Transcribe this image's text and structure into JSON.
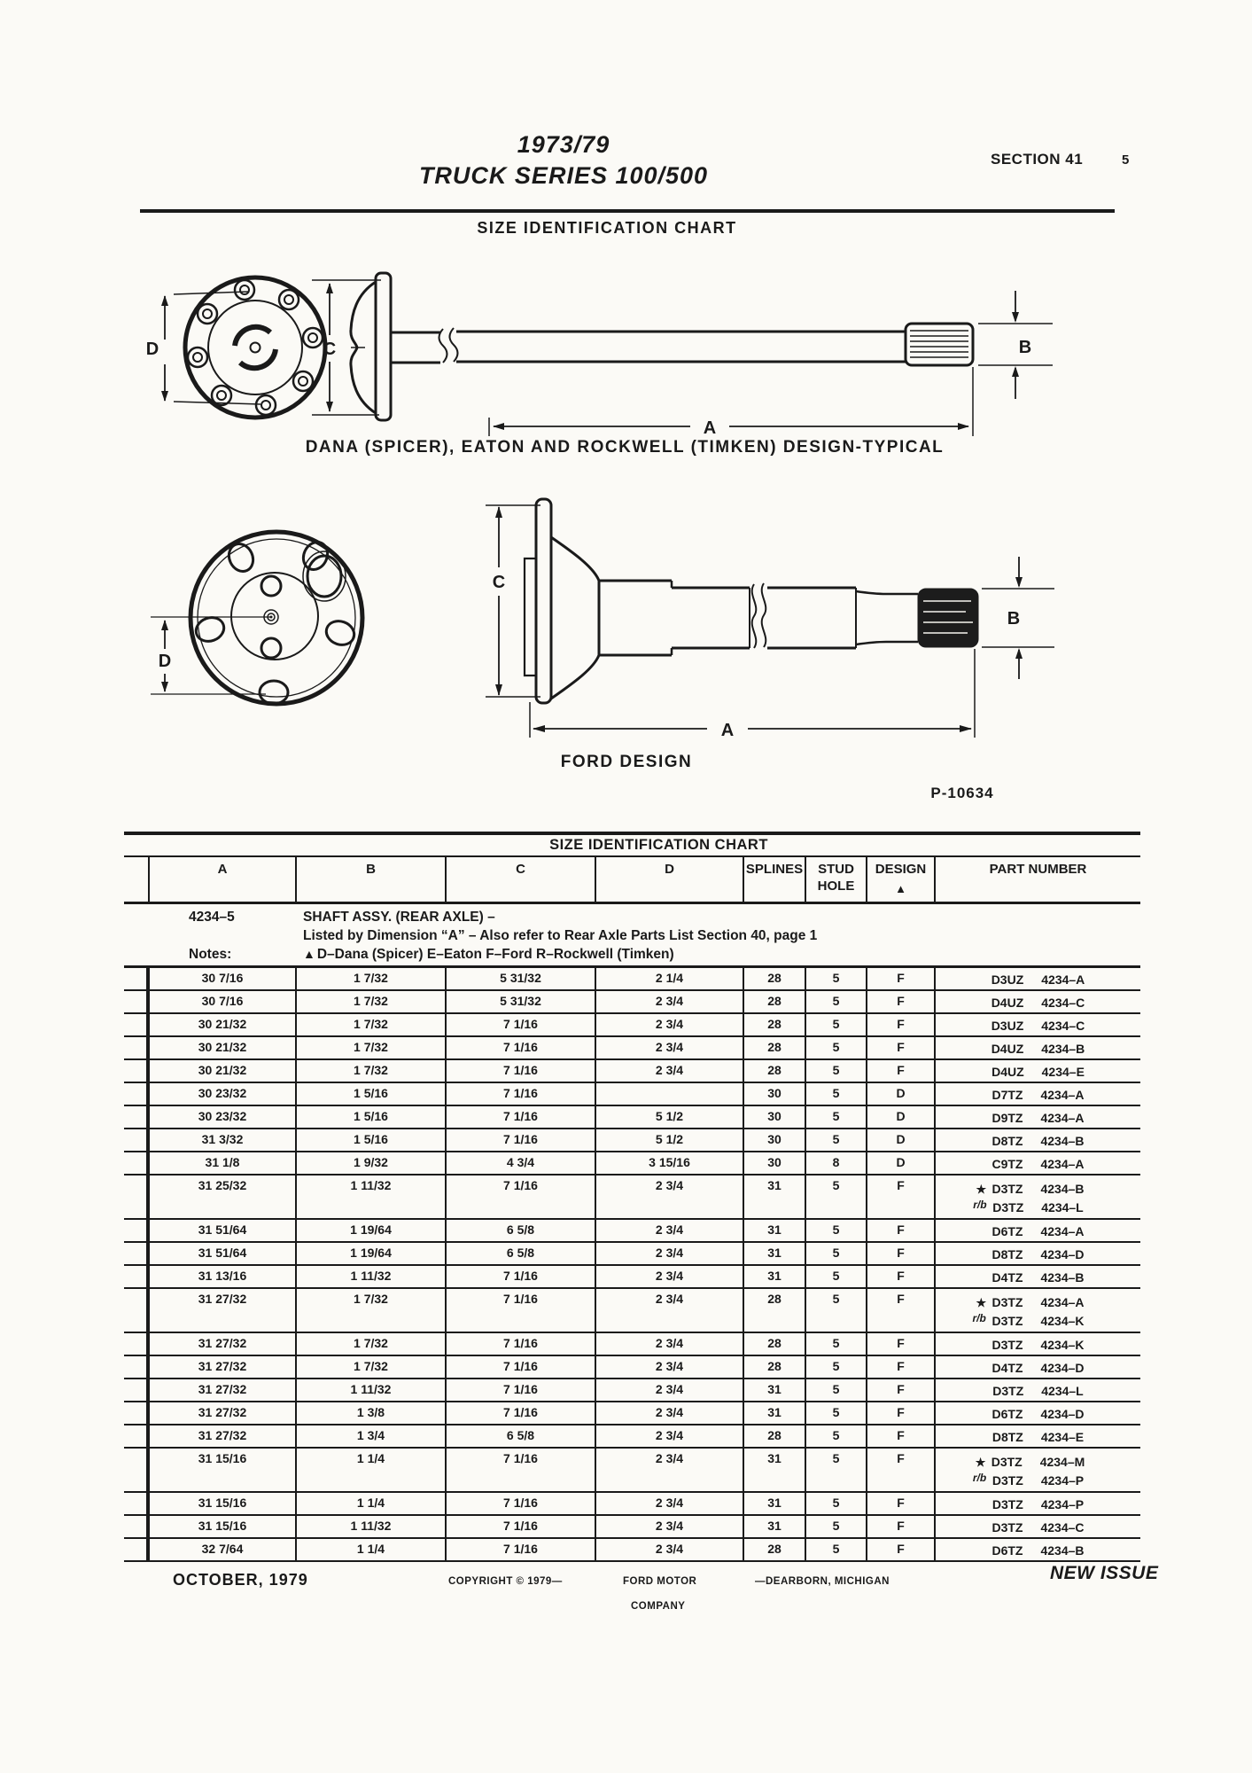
{
  "header": {
    "title_line1": "1973/79",
    "title_line2": "TRUCK SERIES 100/500",
    "section": "SECTION 41",
    "page_number": "5",
    "chart_heading": "SIZE IDENTIFICATION CHART"
  },
  "figure1": {
    "caption": "DANA (SPICER), EATON AND ROCKWELL (TIMKEN) DESIGN-TYPICAL",
    "labels": {
      "a": "A",
      "b": "B",
      "c": "C",
      "d": "D"
    }
  },
  "figure2": {
    "caption": "FORD DESIGN",
    "photo_ref": "P-10634",
    "labels": {
      "a": "A",
      "b": "B",
      "c": "C",
      "d": "D"
    }
  },
  "table": {
    "title": "SIZE IDENTIFICATION CHART",
    "col_a": "A",
    "col_b": "B",
    "col_c": "C",
    "col_d": "D",
    "col_splines": "SPLINES",
    "col_stud_line1": "STUD",
    "col_stud_line2": "HOLE",
    "col_design": "DESIGN",
    "design_marker": "▲",
    "col_part": "PART NUMBER",
    "group_id": "4234–5",
    "group_title": "SHAFT ASSY. (REAR AXLE) –",
    "group_subtitle": "Listed by Dimension “A” – Also refer to Rear Axle Parts List Section 40, page 1",
    "notes_label": "Notes:",
    "notes_marker": "▲",
    "notes_text": "D–Dana (Spicer) E–Eaton F–Ford R–Rockwell (Timken)",
    "star_symbol": "★",
    "rb_label": "r/b",
    "rows": [
      {
        "a": "30 7/16",
        "b": "1 7/32",
        "c": "5 31/32",
        "d": "2 1/4",
        "splines": "28",
        "stud": "5",
        "design": "F",
        "star": false,
        "part_prefix": "D3UZ",
        "part_suffix": "4234–A"
      },
      {
        "a": "30 7/16",
        "b": "1 7/32",
        "c": "5 31/32",
        "d": "2 3/4",
        "splines": "28",
        "stud": "5",
        "design": "F",
        "star": false,
        "part_prefix": "D4UZ",
        "part_suffix": "4234–C"
      },
      {
        "a": "30 21/32",
        "b": "1 7/32",
        "c": "7 1/16",
        "d": "2 3/4",
        "splines": "28",
        "stud": "5",
        "design": "F",
        "star": false,
        "part_prefix": "D3UZ",
        "part_suffix": "4234–C"
      },
      {
        "a": "30 21/32",
        "b": "1 7/32",
        "c": "7 1/16",
        "d": "2 3/4",
        "splines": "28",
        "stud": "5",
        "design": "F",
        "star": false,
        "part_prefix": "D4UZ",
        "part_suffix": "4234–B"
      },
      {
        "a": "30 21/32",
        "b": "1 7/32",
        "c": "7 1/16",
        "d": "2 3/4",
        "splines": "28",
        "stud": "5",
        "design": "F",
        "star": false,
        "part_prefix": "D4UZ",
        "part_suffix": "4234–E"
      },
      {
        "a": "30 23/32",
        "b": "1 5/16",
        "c": "7 1/16",
        "d": "",
        "splines": "30",
        "stud": "5",
        "design": "D",
        "star": false,
        "part_prefix": "D7TZ",
        "part_suffix": "4234–A"
      },
      {
        "a": "30 23/32",
        "b": "1 5/16",
        "c": "7 1/16",
        "d": "5 1/2",
        "splines": "30",
        "stud": "5",
        "design": "D",
        "star": false,
        "part_prefix": "D9TZ",
        "part_suffix": "4234–A"
      },
      {
        "a": "31 3/32",
        "b": "1 5/16",
        "c": "7 1/16",
        "d": "5 1/2",
        "splines": "30",
        "stud": "5",
        "design": "D",
        "star": false,
        "part_prefix": "D8TZ",
        "part_suffix": "4234–B"
      },
      {
        "a": "31 1/8",
        "b": "1 9/32",
        "c": "4 3/4",
        "d": "3 15/16",
        "splines": "30",
        "stud": "8",
        "design": "D",
        "star": false,
        "part_prefix": "C9TZ",
        "part_suffix": "4234–A"
      },
      {
        "a": "31 25/32",
        "b": "1 11/32",
        "c": "7 1/16",
        "d": "2 3/4",
        "splines": "31",
        "stud": "5",
        "design": "F",
        "star": true,
        "part_prefix": "D3TZ",
        "part_suffix": "4234–B",
        "rb_prefix": "D3TZ",
        "rb_suffix": "4234–L"
      },
      {
        "a": "31 51/64",
        "b": "1 19/64",
        "c": "6 5/8",
        "d": "2 3/4",
        "splines": "31",
        "stud": "5",
        "design": "F",
        "star": false,
        "part_prefix": "D6TZ",
        "part_suffix": "4234–A"
      },
      {
        "a": "31 51/64",
        "b": "1 19/64",
        "c": "6 5/8",
        "d": "2 3/4",
        "splines": "31",
        "stud": "5",
        "design": "F",
        "star": false,
        "part_prefix": "D8TZ",
        "part_suffix": "4234–D"
      },
      {
        "a": "31 13/16",
        "b": "1 11/32",
        "c": "7 1/16",
        "d": "2 3/4",
        "splines": "31",
        "stud": "5",
        "design": "F",
        "star": false,
        "part_prefix": "D4TZ",
        "part_suffix": "4234–B"
      },
      {
        "a": "31 27/32",
        "b": "1 7/32",
        "c": "7 1/16",
        "d": "2 3/4",
        "splines": "28",
        "stud": "5",
        "design": "F",
        "star": true,
        "part_prefix": "D3TZ",
        "part_suffix": "4234–A",
        "rb_prefix": "D3TZ",
        "rb_suffix": "4234–K"
      },
      {
        "a": "31 27/32",
        "b": "1 7/32",
        "c": "7 1/16",
        "d": "2 3/4",
        "splines": "28",
        "stud": "5",
        "design": "F",
        "star": false,
        "part_prefix": "D3TZ",
        "part_suffix": "4234–K"
      },
      {
        "a": "31 27/32",
        "b": "1 7/32",
        "c": "7 1/16",
        "d": "2 3/4",
        "splines": "28",
        "stud": "5",
        "design": "F",
        "star": false,
        "part_prefix": "D4TZ",
        "part_suffix": "4234–D"
      },
      {
        "a": "31 27/32",
        "b": "1 11/32",
        "c": "7 1/16",
        "d": "2 3/4",
        "splines": "31",
        "stud": "5",
        "design": "F",
        "star": false,
        "part_prefix": "D3TZ",
        "part_suffix": "4234–L"
      },
      {
        "a": "31 27/32",
        "b": "1 3/8",
        "c": "7 1/16",
        "d": "2 3/4",
        "splines": "31",
        "stud": "5",
        "design": "F",
        "star": false,
        "part_prefix": "D6TZ",
        "part_suffix": "4234–D"
      },
      {
        "a": "31 27/32",
        "b": "1 3/4",
        "c": "6 5/8",
        "d": "2 3/4",
        "splines": "28",
        "stud": "5",
        "design": "F",
        "star": false,
        "part_prefix": "D8TZ",
        "part_suffix": "4234–E"
      },
      {
        "a": "31 15/16",
        "b": "1 1/4",
        "c": "7 1/16",
        "d": "2 3/4",
        "splines": "31",
        "stud": "5",
        "design": "F",
        "star": true,
        "part_prefix": "D3TZ",
        "part_suffix": "4234–M",
        "rb_prefix": "D3TZ",
        "rb_suffix": "4234–P"
      },
      {
        "a": "31 15/16",
        "b": "1 1/4",
        "c": "7 1/16",
        "d": "2 3/4",
        "splines": "31",
        "stud": "5",
        "design": "F",
        "star": false,
        "part_prefix": "D3TZ",
        "part_suffix": "4234–P"
      },
      {
        "a": "31 15/16",
        "b": "1 11/32",
        "c": "7 1/16",
        "d": "2 3/4",
        "splines": "31",
        "stud": "5",
        "design": "F",
        "star": false,
        "part_prefix": "D3TZ",
        "part_suffix": "4234–C"
      },
      {
        "a": "32 7/64",
        "b": "1 1/4",
        "c": "7 1/16",
        "d": "2 3/4",
        "splines": "28",
        "stud": "5",
        "design": "F",
        "star": false,
        "part_prefix": "D6TZ",
        "part_suffix": "4234–B"
      }
    ]
  },
  "footer": {
    "date": "OCTOBER, 1979",
    "copyright": "COPYRIGHT © 1979—",
    "company_line1": "FORD MOTOR",
    "company_line2": "COMPANY",
    "location": "—DEARBORN, MICHIGAN",
    "issue": "NEW ISSUE"
  }
}
